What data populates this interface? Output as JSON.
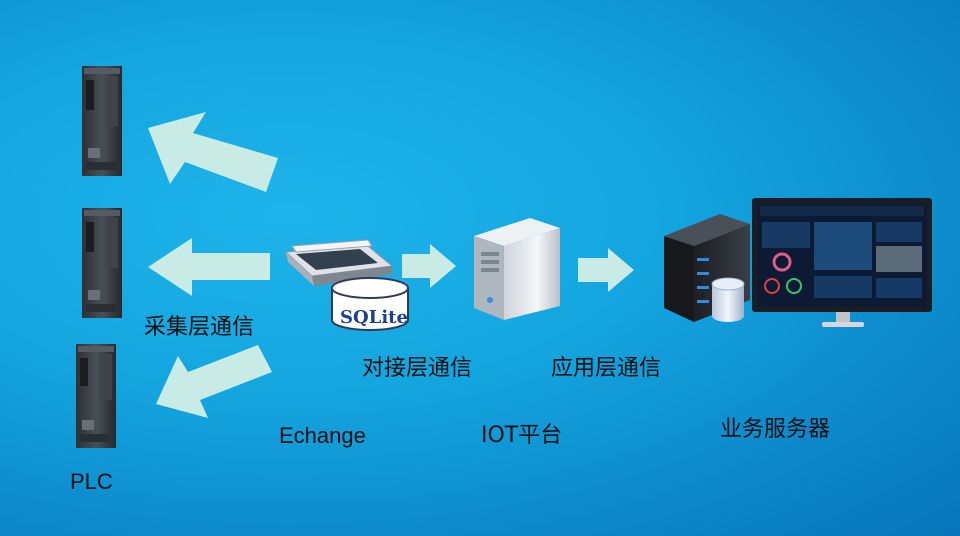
{
  "labels": {
    "collection": "采集层通信",
    "docking": "对接层通信",
    "application": "应用层通信",
    "echange": "Echange",
    "iot": "IOT平台",
    "business": "业务服务器",
    "plc": "PLC",
    "sqlite": "SQLite"
  },
  "colors": {
    "background": "#14a5df",
    "arrow": "#c9ebe6",
    "database": "#ffffff",
    "db_text": "#1d3f8c"
  }
}
